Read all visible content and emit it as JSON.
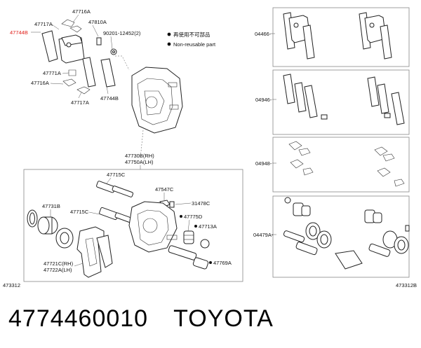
{
  "labels": {
    "p47716A_top": "47716A",
    "p47717A_top": "47717A",
    "p47810A": "47810A",
    "p90201": "90201-12452(2)",
    "p47744B_red": "47744B",
    "p47771A": "47771A",
    "p47716A_mid": "47716A",
    "p47717A_bot": "47717A",
    "p47744B": "47744B",
    "p47730B": "47730B(RH)",
    "p47750A": "47750A(LH)",
    "p47715C_top": "47715C",
    "p47547C": "47547C",
    "p31478C": "31478C",
    "p47731B": "47731B",
    "p47715C_mid": "47715C",
    "p47775D": "47775D",
    "p47713A": "47713A",
    "p47769A": "47769A",
    "p47721C": "47721C(RH)",
    "p47722A": "47722A(LH)",
    "p04466": "04466-",
    "p04946": "04946-",
    "p04948": "04948-",
    "p04479A": "04479A-",
    "fig_left": "473312",
    "fig_right": "473312B"
  },
  "legend": {
    "item1": "再使用不可部品",
    "item2": "Non-reusable part"
  },
  "footer": {
    "part_number": "4774460010",
    "brand": "TOYOTA"
  }
}
